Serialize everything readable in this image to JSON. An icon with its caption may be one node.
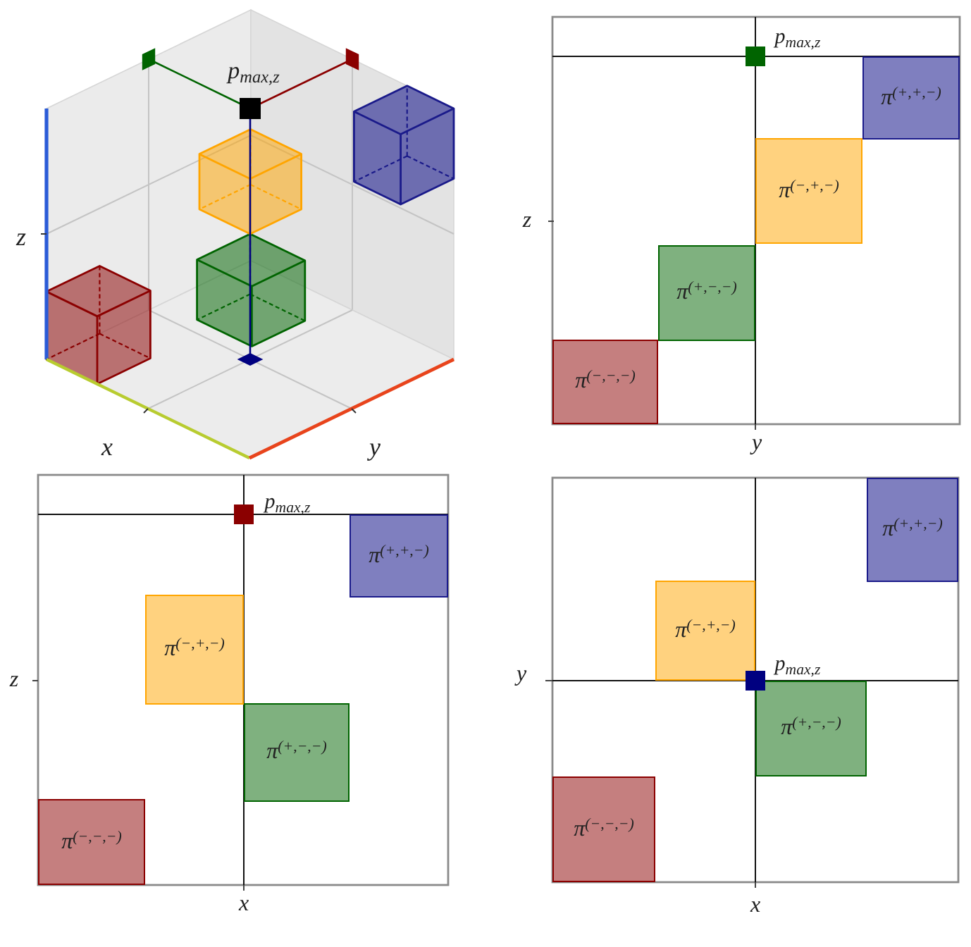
{
  "diagram": {
    "nodes": [
      {
        "text": [
          "π$^{(+,+,−)}$"
        ]
      },
      {
        "text": [
          "π$^{(−,+,−)}$"
        ]
      },
      {
        "text": [
          "π$^{(+,−,−)}$"
        ]
      },
      {
        "text": [
          "π$^{(−,−,−)}$"
        ]
      },
      {
        "text": [
          "π$^{(+,+,−)}$"
        ]
      },
      {
        "text": [
          "π$^{(−,+,−)}$"
        ]
      },
      {
        "text": [
          "π$^{(+,−,−)}$"
        ]
      },
      {
        "text": [
          "π$^{(−,−,−)}$"
        ]
      },
      {
        "text": [
          "π$^{(+,+,−)}$"
        ]
      },
      {
        "text": [
          "π$^{(−,+,−)}$"
        ]
      },
      {
        "text": [
          "π$^{(+,−,−)}$"
        ]
      },
      {
        "text": [
          "π$^{(−,−,−)}$"
        ]
      }
    ],
    "labels": [
      "p$_{max,z}$",
      "z",
      "x",
      "y",
      "p$_{max,z}$",
      "z",
      "y",
      "p$_{max,z}$",
      "z",
      "x",
      "p$_{max,z}$",
      "y",
      "x"
    ]
  }
}
